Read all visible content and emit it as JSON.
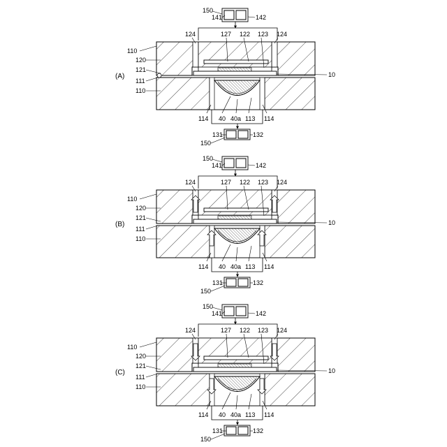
{
  "panels": [
    {
      "caption": "(A)",
      "labels": {
        "unit_top": "150",
        "box_top_left": "141",
        "box_top_right": "142",
        "mold_upper_ref": "110",
        "mold_upper_body": "120",
        "mold_upper_face": "121",
        "mold_lower_face": "111",
        "mold_lower_body": "110",
        "port_left_top": "124",
        "piston": "127",
        "plate": "122",
        "cavity_top": "123",
        "port_right_top": "124",
        "sheet": "10",
        "port_left_bottom": "114",
        "lens": "40",
        "lens_face": "40a",
        "cavity_bottom": "113",
        "port_right_bottom": "114",
        "box_bottom_left": "131",
        "box_bottom_right": "132",
        "unit_bottom": "150"
      },
      "arrows": "none"
    },
    {
      "caption": "(B)",
      "labels": {
        "unit_top": "150",
        "box_top_left": "141",
        "box_top_right": "142",
        "mold_upper_ref": "110",
        "mold_upper_body": "120",
        "mold_upper_face": "121",
        "mold_lower_face": "111",
        "mold_lower_body": "110",
        "port_left_top": "124",
        "piston": "127",
        "plate": "122",
        "cavity_top": "123",
        "port_right_top": "124",
        "sheet": "10",
        "port_left_bottom": "114",
        "lens": "40",
        "lens_face": "40a",
        "cavity_bottom": "113",
        "port_right_bottom": "114",
        "box_bottom_left": "131",
        "box_bottom_right": "132",
        "unit_bottom": "150"
      },
      "arrows": "out"
    },
    {
      "caption": "(C)",
      "labels": {
        "unit_top": "150",
        "box_top_left": "141",
        "box_top_right": "142",
        "mold_upper_ref": "110",
        "mold_upper_body": "120",
        "mold_upper_face": "121",
        "mold_lower_face": "111",
        "mold_lower_body": "110",
        "port_left_top": "124",
        "piston": "127",
        "plate": "122",
        "cavity_top": "123",
        "port_right_top": "124",
        "sheet": "10",
        "port_left_bottom": "114",
        "lens": "40",
        "lens_face": "40a",
        "cavity_bottom": "113",
        "port_right_bottom": "114",
        "box_bottom_left": "131",
        "box_bottom_right": "132",
        "unit_bottom": "150"
      },
      "arrows": "in"
    }
  ]
}
